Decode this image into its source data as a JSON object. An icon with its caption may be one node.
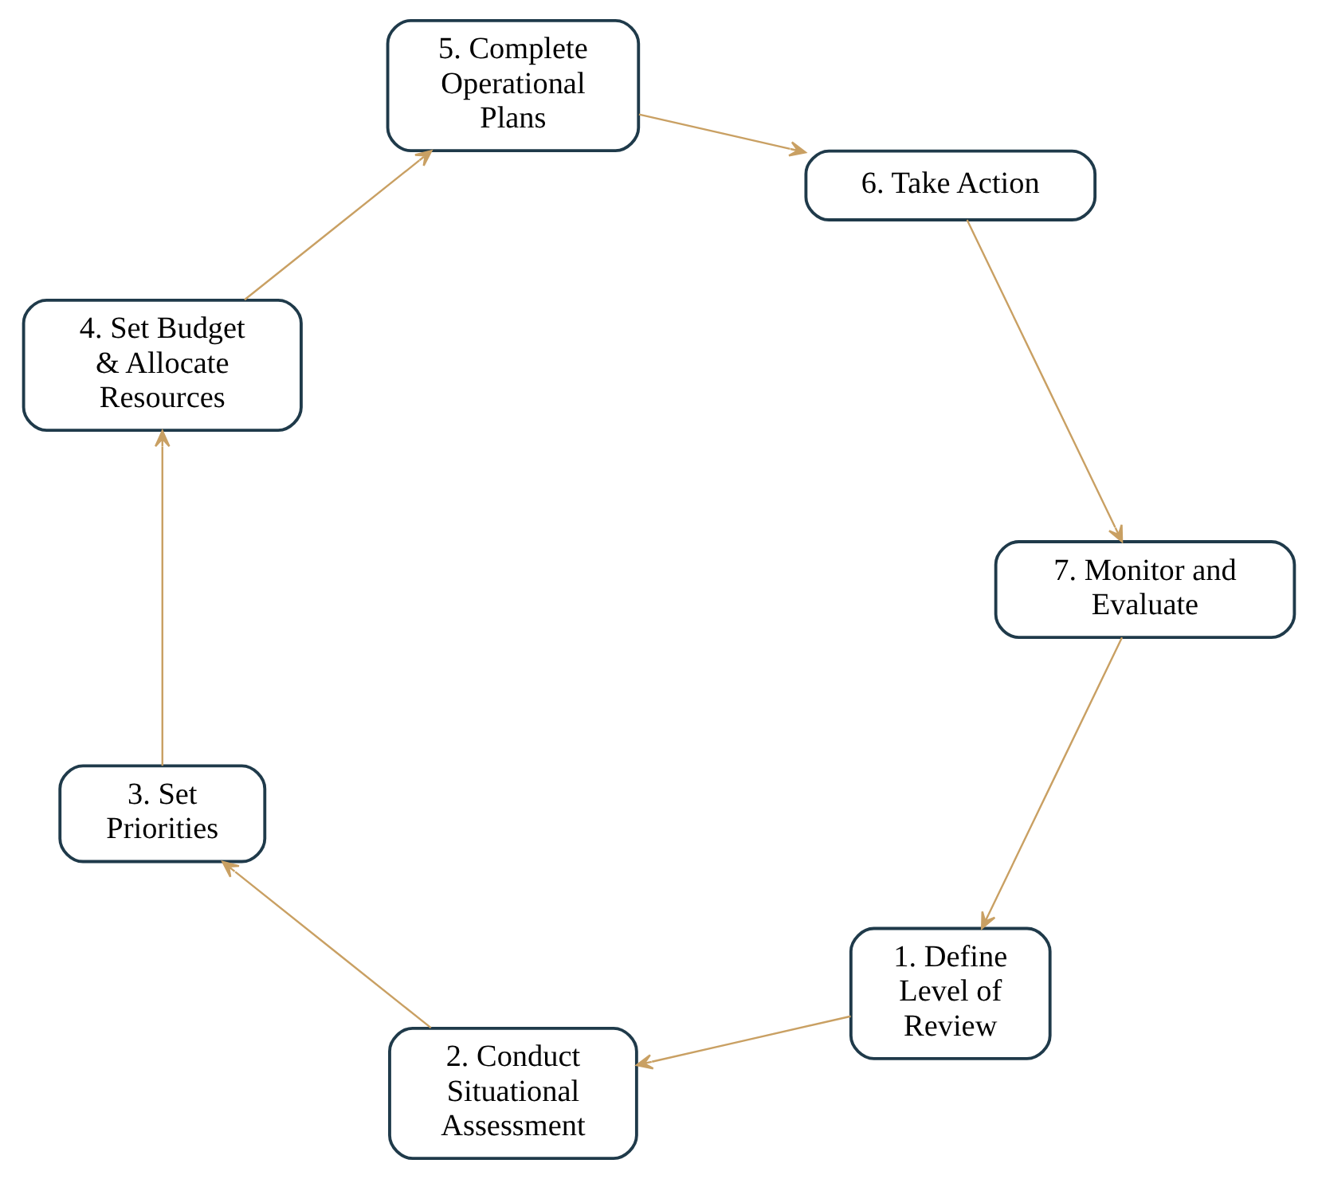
{
  "diagram": {
    "nodes": [
      {
        "text": [
          "1. Define Level of Review"
        ]
      },
      {
        "text": [
          "2. Conduct Situational Assessment"
        ]
      },
      {
        "text": [
          "3. Set Priorities"
        ]
      },
      {
        "text": [
          "4. Set Budget & Allocate Resources"
        ]
      },
      {
        "text": [
          "5. Complete Operational Plans"
        ]
      },
      {
        "text": [
          "6. Take Action"
        ]
      },
      {
        "text": [
          "7. Monitor and Evaluate"
        ]
      }
    ],
    "edges": [
      {
        "from": 0,
        "to": 1,
        "arrow": "to"
      },
      {
        "from": 1,
        "to": 2,
        "arrow": "to"
      },
      {
        "from": 2,
        "to": 3,
        "arrow": "to"
      },
      {
        "from": 3,
        "to": 4,
        "arrow": "to"
      },
      {
        "from": 4,
        "to": 5,
        "arrow": "to"
      },
      {
        "from": 5,
        "to": 6,
        "arrow": "to"
      },
      {
        "from": 6,
        "to": 0,
        "arrow": "to"
      }
    ]
  }
}
